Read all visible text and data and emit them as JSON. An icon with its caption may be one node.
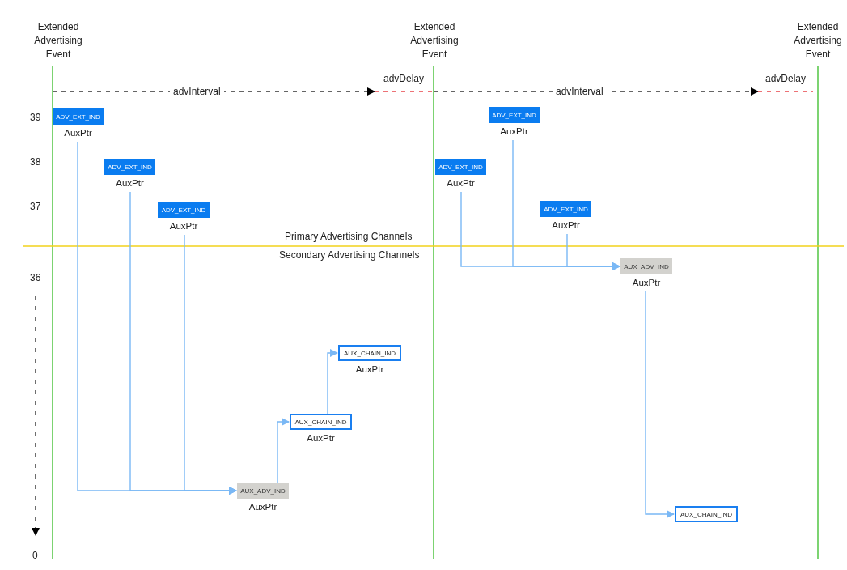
{
  "diagram": {
    "nodes": [
      {
        "text": [
          "ADV_EXT_IND",
          "AuxPtr"
        ]
      },
      {
        "text": [
          "ADV_EXT_IND",
          "AuxPtr"
        ]
      },
      {
        "text": [
          "ADV_EXT_IND",
          "AuxPtr"
        ]
      },
      {
        "text": [
          "AUX_ADV_IND",
          "AuxPtr"
        ]
      },
      {
        "text": [
          "AUX_CHAIN_IND",
          "AuxPtr"
        ]
      },
      {
        "text": [
          "AUX_CHAIN_IND",
          "AuxPtr"
        ]
      },
      {
        "text": [
          "ADV_EXT_IND",
          "AuxPtr"
        ]
      },
      {
        "text": [
          "ADV_EXT_IND",
          "AuxPtr"
        ]
      },
      {
        "text": [
          "ADV_EXT_IND",
          "AuxPtr"
        ]
      },
      {
        "text": [
          "AUX_ADV_IND",
          "AuxPtr"
        ]
      },
      {
        "text": [
          "AUX_CHAIN_IND"
        ]
      }
    ],
    "edges": [
      {
        "from": 0,
        "to": 3,
        "arrow": "to"
      },
      {
        "from": 1,
        "to": 3,
        "arrow": "to"
      },
      {
        "from": 2,
        "to": 3,
        "arrow": "to"
      },
      {
        "from": 3,
        "to": 4,
        "arrow": "to"
      },
      {
        "from": 4,
        "to": 5,
        "arrow": "to"
      },
      {
        "from": 6,
        "to": 9,
        "arrow": "to"
      },
      {
        "from": 7,
        "to": 9,
        "arrow": "to"
      },
      {
        "from": 8,
        "to": 9,
        "arrow": "to"
      },
      {
        "from": 9,
        "to": 10,
        "arrow": "to"
      }
    ],
    "labels": [
      "Extended Advertising Event",
      "Extended Advertising Event",
      "Extended Advertising Event",
      "advDelay",
      "advDelay",
      "advInterval",
      "advInterval",
      "39",
      "38",
      "37",
      "Primary Advertising Channels",
      "Secondary Advertising Channels",
      "36",
      "0"
    ]
  }
}
